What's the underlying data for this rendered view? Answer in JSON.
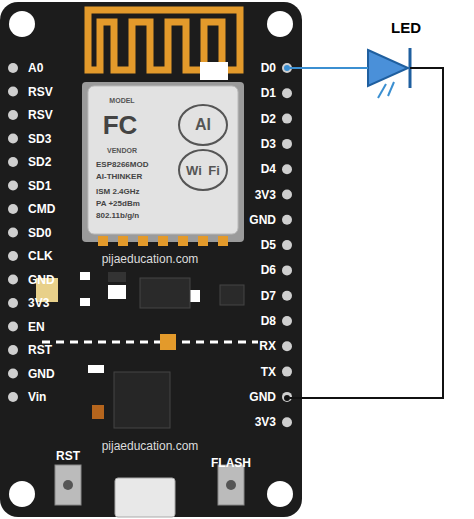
{
  "diagram": {
    "nodes": [
      {
        "text": [
          "LED"
        ]
      }
    ],
    "labels": [
      "A0",
      "RSV",
      "RSV",
      "SD3",
      "SD2",
      "SD1",
      "CMD",
      "SD0",
      "CLK",
      "GND",
      "3V3",
      "EN",
      "RST",
      "GND",
      "Vin",
      "D0",
      "D1",
      "D2",
      "D3",
      "D4",
      "3V3",
      "GND",
      "D5",
      "D6",
      "D7",
      "D8",
      "RX",
      "TX",
      "GND",
      "3V3",
      "FC",
      "MODEL",
      "VENDOR",
      "ESP8266MOD",
      "AI-THINKER",
      "ISM 2.4GHz",
      "PA +25dBm",
      "802.11b/g/n",
      "AI",
      "Wi",
      "Fi",
      "pijaeducation.com",
      "pijaeducation.com",
      "RST",
      "FLASH"
    ]
  }
}
